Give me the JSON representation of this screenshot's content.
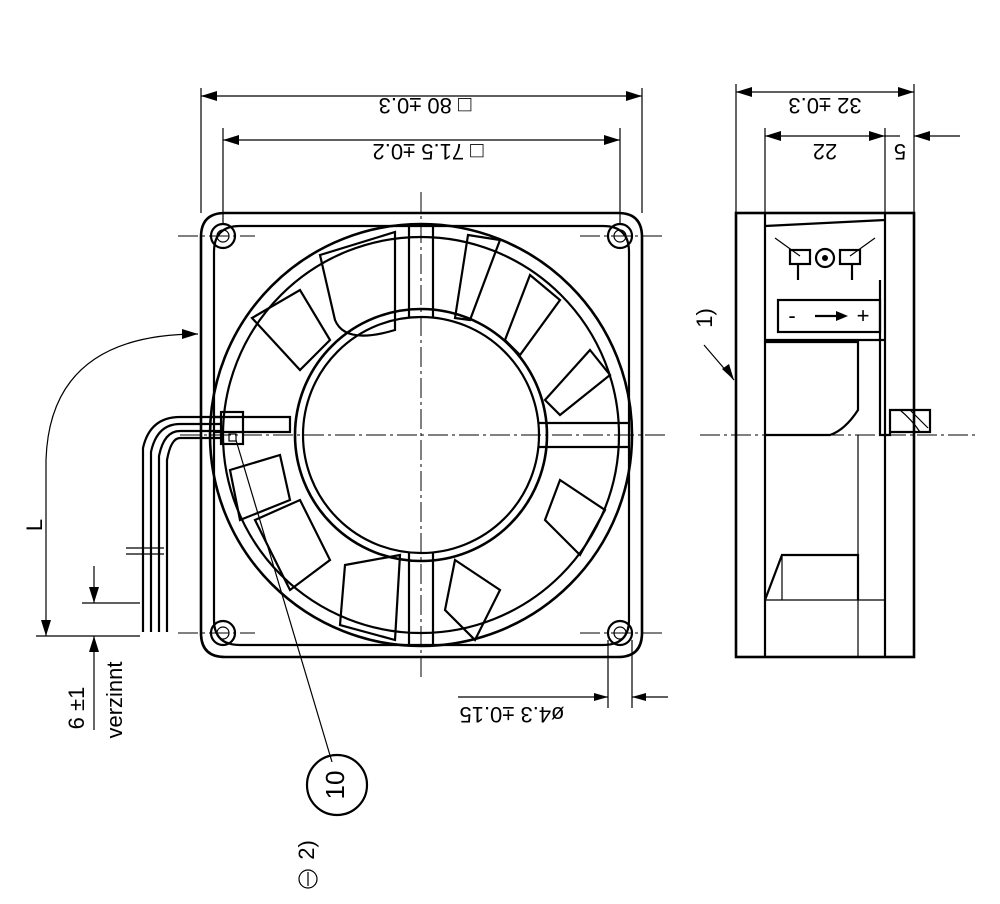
{
  "dimensions": {
    "outer_width": "□ 80 ±0.3",
    "hole_pitch": "□ 71.5 ±0.2",
    "depth": "32 ±0.3",
    "depth_inner": "22",
    "depth_offset": "5",
    "hole_diameter": "ø4.3 ±0.15",
    "lead_length": "L",
    "strip_length": "6 ±1",
    "strip_note": "verzinnt"
  },
  "side_view": {
    "note_marker": "1)",
    "label_minus": "-",
    "label_plus": "+"
  },
  "callouts": {
    "item_number": "10",
    "ground_note": "2)"
  }
}
